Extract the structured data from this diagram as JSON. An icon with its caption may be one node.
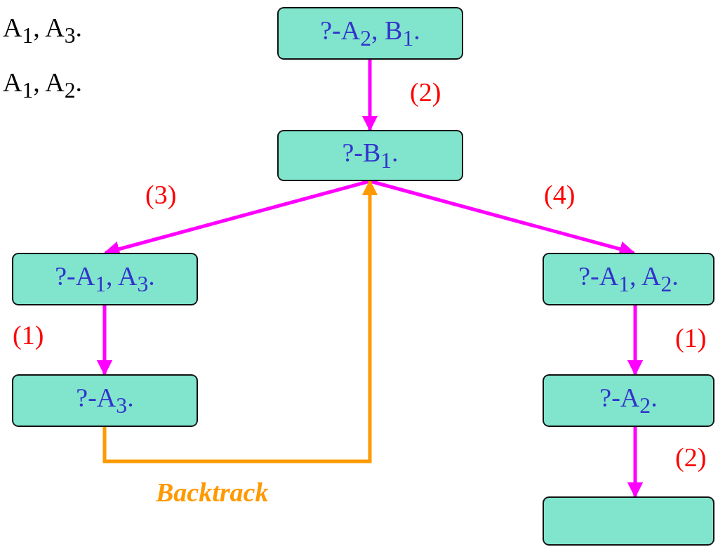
{
  "diagram": {
    "nodes": [
      {
        "text": [
          "?-A$_{2}$, B$_{1}$."
        ]
      },
      {
        "text": [
          "?-B$_{1}$."
        ]
      },
      {
        "text": [
          "?-A$_{1}$, A$_{3}$."
        ]
      },
      {
        "text": [
          "?-A$_{3}$."
        ]
      },
      {
        "text": [
          "?-A$_{1}$, A$_{2}$."
        ]
      },
      {
        "text": [
          "?-A$_{2}$."
        ]
      },
      {
        "text": [],
        "shape": "box"
      }
    ],
    "edges": [
      {
        "from": 0,
        "to": 1,
        "arrow": "to",
        "label": "(2)"
      },
      {
        "from": 1,
        "to": 2,
        "arrow": "to",
        "label": "(3)"
      },
      {
        "from": 1,
        "to": 4,
        "arrow": "to",
        "label": "(4)"
      },
      {
        "from": 2,
        "to": 3,
        "arrow": "to",
        "label": "(1)"
      },
      {
        "from": 4,
        "to": 5,
        "arrow": "to",
        "label": "(1)"
      },
      {
        "from": 5,
        "to": 6,
        "arrow": "to",
        "label": "(2)"
      },
      {
        "from": 3,
        "to": 1,
        "arrow": "to",
        "label": "Backtrack",
        "color": "#ff9900"
      }
    ],
    "labels": [
      "A$_{1}$, A$_{3}$.",
      "A$_{1}$, A$_{2}$."
    ]
  }
}
